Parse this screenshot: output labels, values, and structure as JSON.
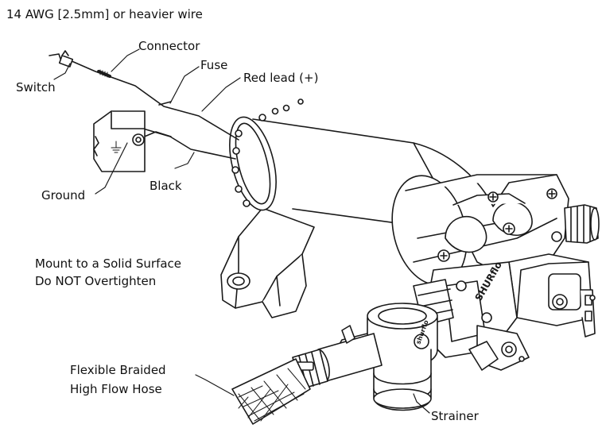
{
  "header": {
    "wire_spec": "14 AWG [2.5mm] or heavier wire"
  },
  "labels": {
    "connector": "Connector",
    "fuse": "Fuse",
    "red_lead": "Red lead (+)",
    "switch": "Switch",
    "ground": "Ground",
    "black": "Black",
    "mount_line1": "Mount to a Solid Surface",
    "mount_line2": "Do NOT Overtighten",
    "hose_line1": "Flexible Braided",
    "hose_line2": "High Flow Hose",
    "strainer": "Strainer"
  },
  "branding": {
    "body_logo": "SHURflo",
    "strainer_logo": "shurflo"
  },
  "colors": {
    "line": "#1a1a1a",
    "fill": "#ffffff",
    "text": "#111111"
  }
}
